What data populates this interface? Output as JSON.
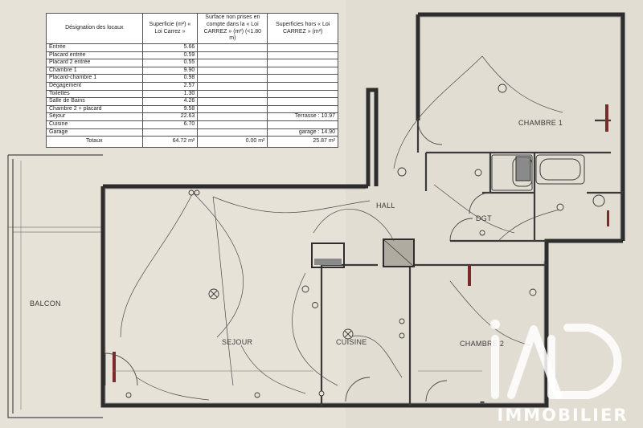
{
  "table": {
    "headers": [
      "Désignation des locaux",
      "Superficie (m²) « Loi Carrez »",
      "Surface non prises en compte dans la « Loi CARREZ » (m²) (<1.80 m)",
      "Superficies hors « Loi CARREZ » (m²)"
    ],
    "rows": [
      {
        "name": "Entrée",
        "carrez": "5.66",
        "non_carrez": "",
        "hors": ""
      },
      {
        "name": "Placard entrée",
        "carrez": "0.59",
        "non_carrez": "",
        "hors": ""
      },
      {
        "name": "Placard 2 entrée",
        "carrez": "0.55",
        "non_carrez": "",
        "hors": ""
      },
      {
        "name": "Chambre 1",
        "carrez": "9.90",
        "non_carrez": "",
        "hors": ""
      },
      {
        "name": "Placard-chambre 1",
        "carrez": "0.98",
        "non_carrez": "",
        "hors": ""
      },
      {
        "name": "Dégagement",
        "carrez": "2.57",
        "non_carrez": "",
        "hors": ""
      },
      {
        "name": "Toilettes",
        "carrez": "1.30",
        "non_carrez": "",
        "hors": ""
      },
      {
        "name": "Salle de Bains",
        "carrez": "4.26",
        "non_carrez": "",
        "hors": ""
      },
      {
        "name": "Chambre 2 + placard",
        "carrez": "9.58",
        "non_carrez": "",
        "hors": ""
      },
      {
        "name": "Séjour",
        "carrez": "22.63",
        "non_carrez": "",
        "hors": "Terrasse : 10.97"
      },
      {
        "name": "Cuisine",
        "carrez": "6.70",
        "non_carrez": "",
        "hors": ""
      },
      {
        "name": "Garage",
        "carrez": "",
        "non_carrez": "",
        "hors": "garage : 14.90"
      }
    ],
    "totals": {
      "label": "Totaux",
      "carrez": "64.72 m²",
      "non_carrez": "0.00 m²",
      "hors": "25.87 m²"
    }
  },
  "rooms": {
    "balcon": "BALCON",
    "sejour": "SEJOUR",
    "cuisine": "CUISINE",
    "hall": "HALL",
    "dgt": "DGT",
    "chambre1": "CHAMBRE 1",
    "chambre2": "CHAMBRE 2"
  },
  "logo": {
    "text": "IMMOBILIER"
  },
  "colors": {
    "paper": "#e7e2d8",
    "wall": "#2d2d2d",
    "wall_hatch": "#8a8a8a",
    "accent_red": "#7a2a2a",
    "line": "#4a4a4a"
  }
}
